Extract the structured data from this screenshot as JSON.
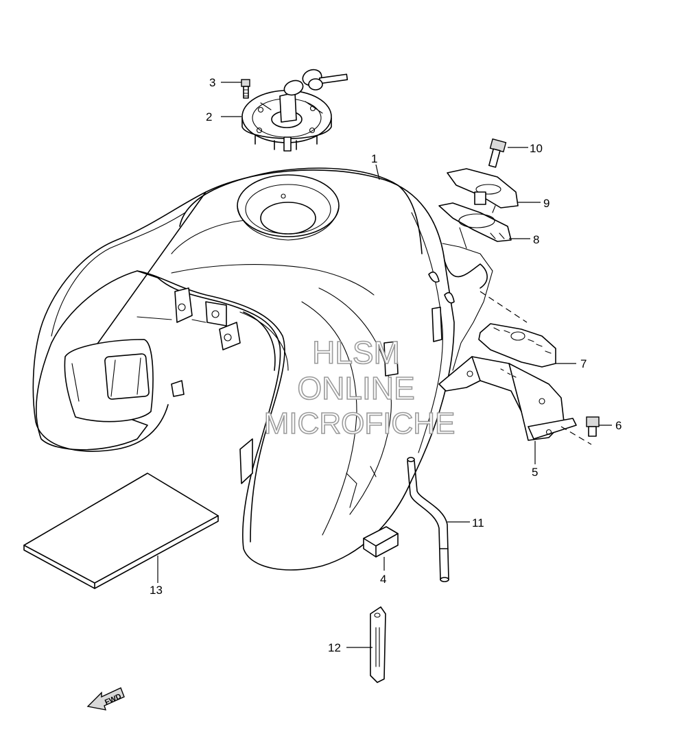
{
  "watermark": {
    "line1": "HLSM",
    "line2": "ONLINE",
    "line3": "MICROFICHE"
  },
  "direction_arrow": {
    "label": "FWD",
    "icon": "fwd-arrow-icon"
  },
  "parts": [
    {
      "id": "1",
      "label": "1"
    },
    {
      "id": "2",
      "label": "2"
    },
    {
      "id": "3",
      "label": "3"
    },
    {
      "id": "4",
      "label": "4"
    },
    {
      "id": "5",
      "label": "5"
    },
    {
      "id": "6",
      "label": "6"
    },
    {
      "id": "7",
      "label": "7"
    },
    {
      "id": "8",
      "label": "8"
    },
    {
      "id": "9",
      "label": "9"
    },
    {
      "id": "10",
      "label": "10"
    },
    {
      "id": "11",
      "label": "11"
    },
    {
      "id": "12",
      "label": "12"
    },
    {
      "id": "13",
      "label": "13"
    }
  ]
}
